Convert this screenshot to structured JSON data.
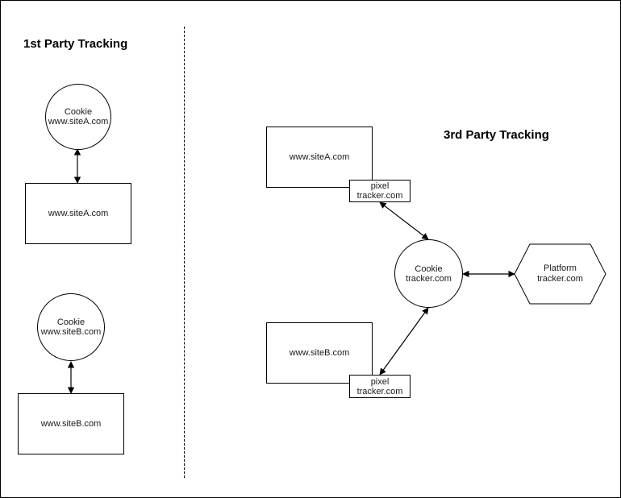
{
  "first_party": {
    "heading": "1st Party Tracking",
    "cookie_a": {
      "line1": "Cookie",
      "line2": "www.siteA.com"
    },
    "site_a": "www.siteA.com",
    "cookie_b": {
      "line1": "Cookie",
      "line2": "www.siteB.com"
    },
    "site_b": "www.siteB.com"
  },
  "third_party": {
    "heading": "3rd Party Tracking",
    "site_a": "www.siteA.com",
    "pixel_a": {
      "line1": "pixel",
      "line2": "tracker.com"
    },
    "site_b": "www.siteB.com",
    "pixel_b": {
      "line1": "pixel",
      "line2": "tracker.com"
    },
    "cookie": {
      "line1": "Cookie",
      "line2": "tracker.com"
    },
    "platform": {
      "line1": "Platform",
      "line2": "tracker.com"
    }
  }
}
